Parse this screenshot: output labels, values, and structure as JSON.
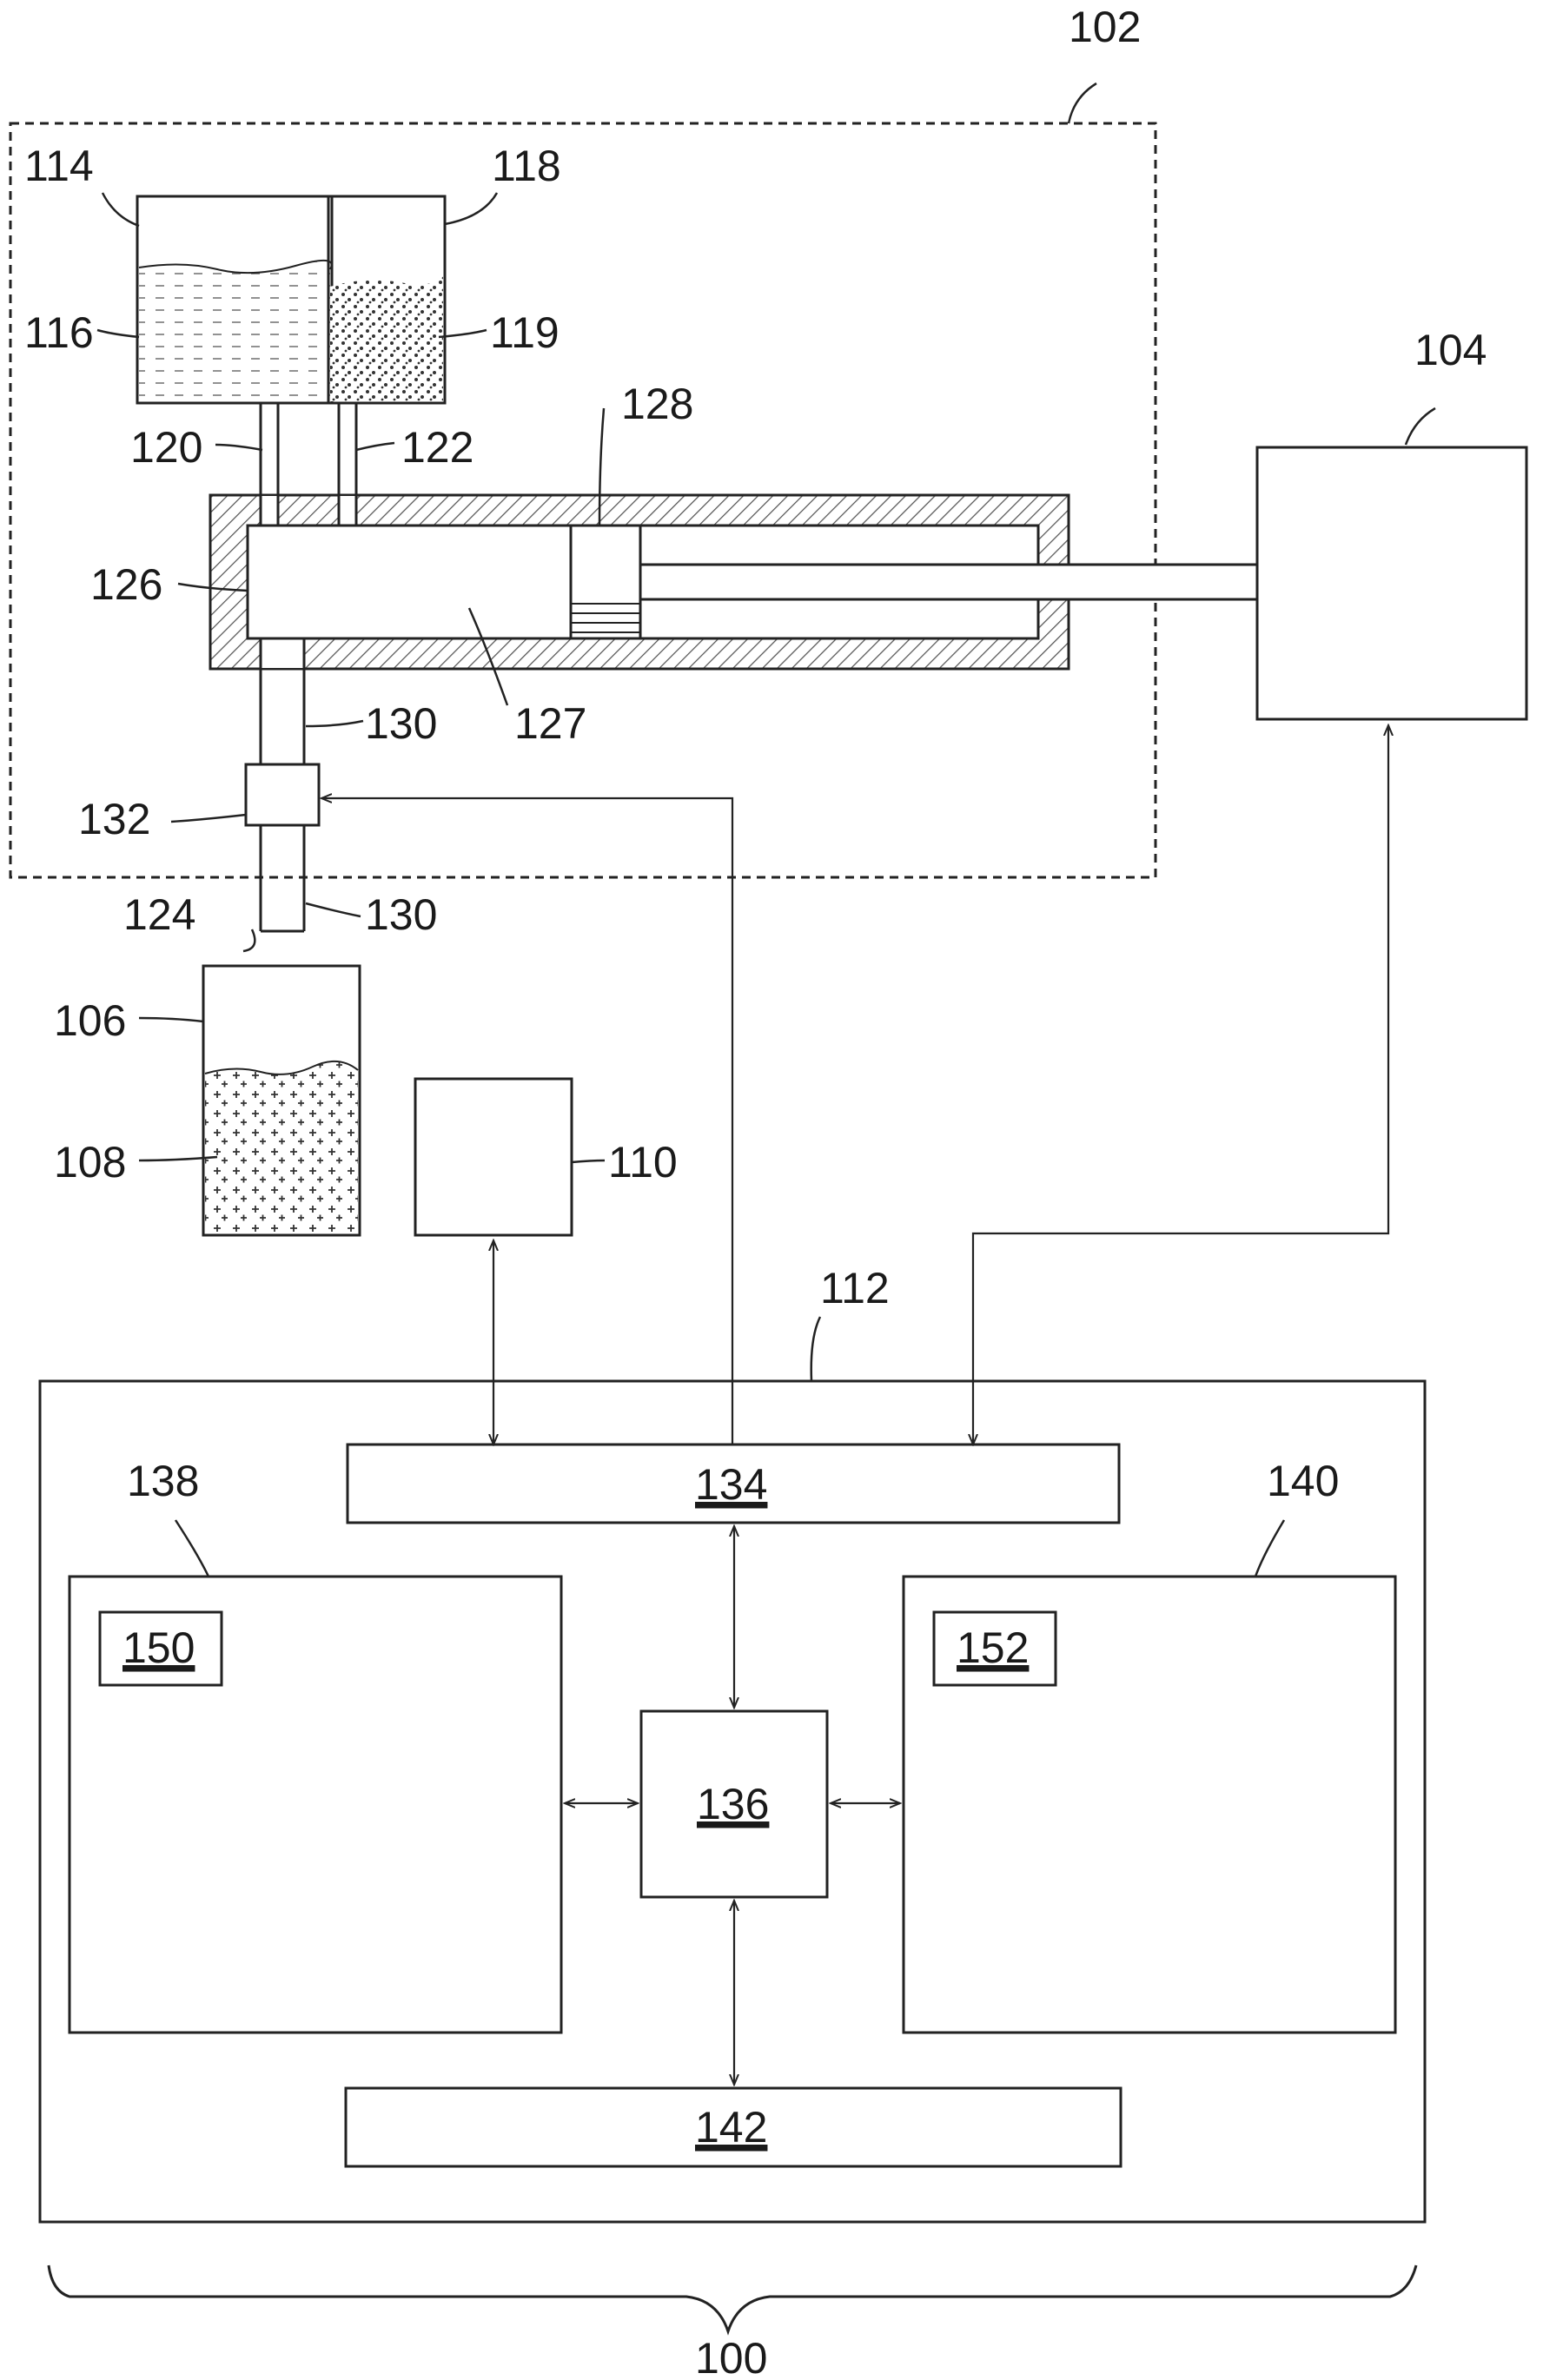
{
  "labels": {
    "l100": "100",
    "l102": "102",
    "l104": "104",
    "l106": "106",
    "l108": "108",
    "l110": "110",
    "l112": "112",
    "l114": "114",
    "l116": "116",
    "l118": "118",
    "l119": "119",
    "l120": "120",
    "l122": "122",
    "l124": "124",
    "l126": "126",
    "l127": "127",
    "l128": "128",
    "l130a": "130",
    "l130b": "130",
    "l132": "132",
    "l134": "134",
    "l136": "136",
    "l138": "138",
    "l140": "140",
    "l142": "142",
    "l150": "150",
    "l152": "152"
  }
}
